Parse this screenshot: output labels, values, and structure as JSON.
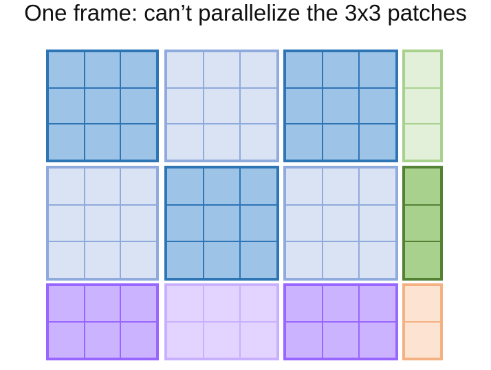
{
  "title": "One frame: can’t parallelize the 3x3 patches",
  "palette": {
    "blue-dark": {
      "fill": "#9dc3e6",
      "border": "#2e75b6",
      "line": "#2e75b6"
    },
    "blue-light": {
      "fill": "#dae3f3",
      "border": "#8faadc",
      "line": "#8faadc"
    },
    "green-light": {
      "fill": "#e2f0d9",
      "border": "#a9d18e",
      "line": "#a9d18e"
    },
    "green-dark": {
      "fill": "#a9d18e",
      "border": "#548235",
      "line": "#548235"
    },
    "purple-dark": {
      "fill": "#ccb3ff",
      "border": "#9966ff",
      "line": "#9966ff"
    },
    "purple-light": {
      "fill": "#e3d3ff",
      "border": "#c9b0ff",
      "line": "#c9b0ff"
    },
    "orange-light": {
      "fill": "#fde4d2",
      "border": "#f4b183",
      "line": "#f4b183"
    }
  },
  "grid": {
    "rows": [
      {
        "cells": [
          {
            "style": "blue-dark",
            "cols": 3,
            "rows": 3
          },
          {
            "style": "blue-light",
            "cols": 3,
            "rows": 3
          },
          {
            "style": "blue-dark",
            "cols": 3,
            "rows": 3
          },
          {
            "style": "green-light",
            "cols": 1,
            "rows": 3
          }
        ]
      },
      {
        "cells": [
          {
            "style": "blue-light",
            "cols": 3,
            "rows": 3
          },
          {
            "style": "blue-dark",
            "cols": 3,
            "rows": 3
          },
          {
            "style": "blue-light",
            "cols": 3,
            "rows": 3
          },
          {
            "style": "green-dark",
            "cols": 1,
            "rows": 3
          }
        ]
      },
      {
        "cells": [
          {
            "style": "purple-dark",
            "cols": 3,
            "rows": 2
          },
          {
            "style": "purple-light",
            "cols": 3,
            "rows": 2
          },
          {
            "style": "purple-dark",
            "cols": 3,
            "rows": 2
          },
          {
            "style": "orange-light",
            "cols": 1,
            "rows": 2
          }
        ]
      }
    ]
  }
}
